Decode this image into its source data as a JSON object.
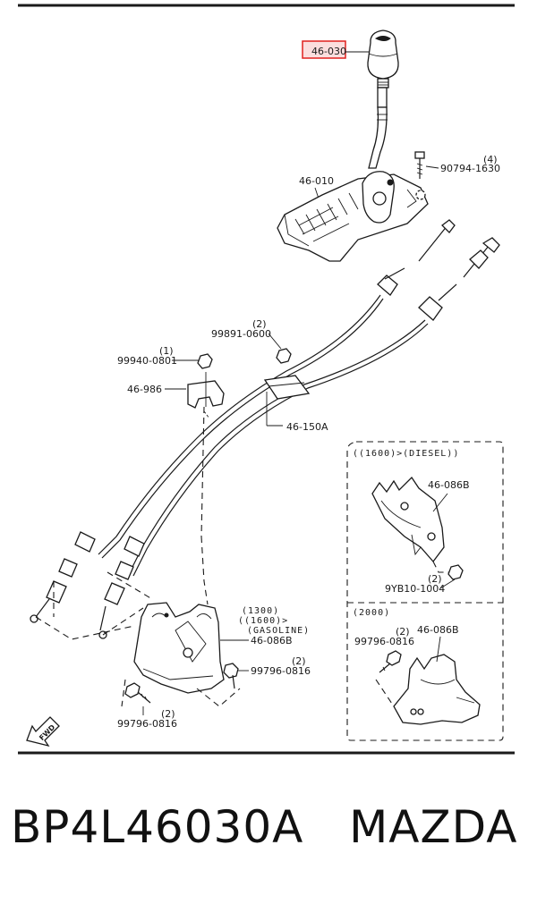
{
  "callouts": {
    "knob": "46-030",
    "lever": "46-010",
    "bolt_top_qty": "(4)",
    "bolt_top": "90794-1630",
    "nut_qty": "(2)",
    "nut": "99891-0600",
    "nut2_qty": "(1)",
    "nut2": "99940-0801",
    "clip": "46-986",
    "cable": "46-150A",
    "bracket_main": "46-086B",
    "bolt_bottom_qty": "(2)",
    "bolt_bottom": "99796-0816",
    "bolt_left_qty": "(2)",
    "bolt_left": "99796-0816",
    "engine_1300": "(1300)",
    "engine_1600": "((1600)>",
    "engine_gasoline": "(GASOLINE)",
    "fwd": "FWD"
  },
  "inset_diesel": {
    "title": "((1600)>(DIESEL))",
    "bracket": "46-086B",
    "nut_qty": "(2)",
    "nut": "9YB10-1004"
  },
  "inset_2000": {
    "title": "(2000)",
    "bolt_qty": "(2)",
    "bolt": "99796-0816",
    "bracket": "46-086B"
  },
  "footer": {
    "part_number": "BP4L46030A",
    "brand": "MAZDA"
  },
  "highlight_color": "#e0201f"
}
